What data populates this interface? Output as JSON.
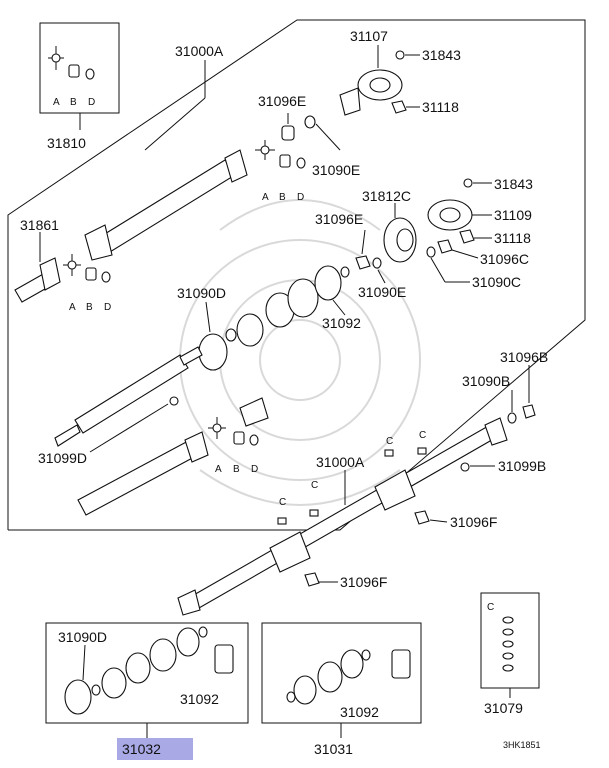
{
  "diagram": {
    "part_labels": {
      "p31810": "31810",
      "p31000a_top": "31000A",
      "p31107": "31107",
      "p31843_top": "31843",
      "p31118_top": "31118",
      "p31096e_top": "31096E",
      "p31090e_top": "31090E",
      "p31843_mid": "31843",
      "p31812c": "31812C",
      "p31109": "31109",
      "p31118_mid": "31118",
      "p31096e_mid": "31096E",
      "p31096c": "31096C",
      "p31090e_mid": "31090E",
      "p31090c": "31090C",
      "p31861": "31861",
      "p31090d_top": "31090D",
      "p31092_top": "31092",
      "p31096b": "31096B",
      "p31090b": "31090B",
      "p31099d": "31099D",
      "p31000a_mid": "31000A",
      "p31099b": "31099B",
      "p31096f_right": "31096F",
      "p31096f_bottom": "31096F",
      "p31090d_box": "31090D",
      "p31092_box1": "31092",
      "p31092_box2": "31092",
      "p31079": "31079",
      "p31032": "31032",
      "p31031": "31031"
    },
    "letters": {
      "a": "A",
      "b": "B",
      "c": "C",
      "d": "D"
    },
    "code": "3HK1851",
    "highlight_color": "#a9a9e6"
  }
}
